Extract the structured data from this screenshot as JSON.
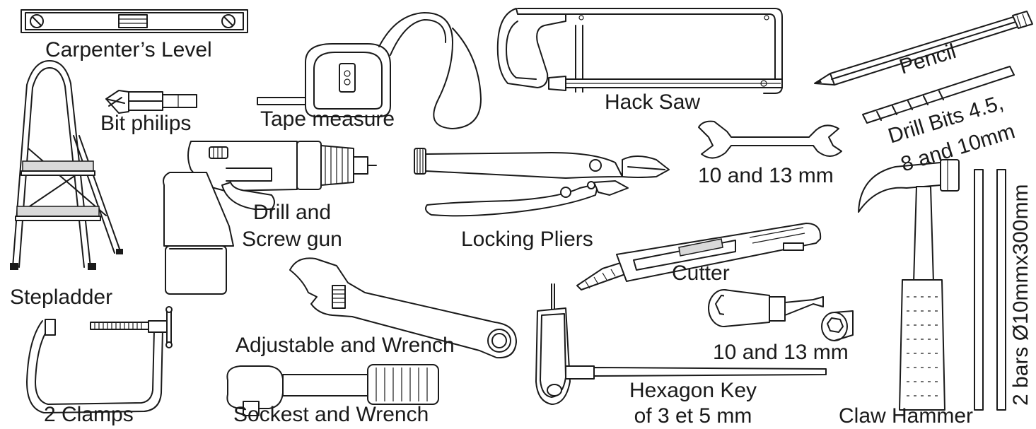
{
  "labels": {
    "level": "Carpenter’s Level",
    "tape": "Tape measure",
    "hacksaw": "Hack Saw",
    "pencil": "Pencil",
    "drillbits_1": "Drill Bits 4.5,",
    "drillbits_2": "8 and 10mm",
    "bit": "Bit philips",
    "drill_1": "Drill and",
    "drill_2": "Screw gun",
    "pliers": "Locking Pliers",
    "spanner": "10 and 13 mm",
    "stepladder": "Stepladder",
    "cutter": "Cutter",
    "adjustable": "Adjustable and Wrench",
    "sockets": "10 and 13 mm",
    "clamps": "2 Clamps",
    "socket_wrench": "Sockest and Wrench",
    "hexkey_1": "Hexagon Key",
    "hexkey_2": "of 3 et 5 mm",
    "hammer": "Claw Hammer",
    "bars": "2 bars Ø10mmx300mm"
  }
}
